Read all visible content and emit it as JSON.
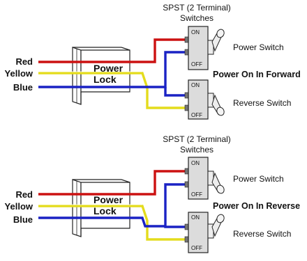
{
  "colors": {
    "red": "#cc1111",
    "yellow": "#e4dc1c",
    "blue": "#1a22c4",
    "switch_body": "#dcdcdc",
    "outline": "#222222"
  },
  "panels": [
    {
      "header": [
        "SPST (2 Terminal)",
        "Switches"
      ],
      "wires": [
        "Red",
        "Yellow",
        "Blue"
      ],
      "lock": [
        "Power",
        "Lock"
      ],
      "power_switch": {
        "on": "ON",
        "off": "OFF",
        "label": "Power Switch"
      },
      "reverse_switch": {
        "on": "ON",
        "off": "OFF",
        "label": "Reverse Switch"
      },
      "caption": "Power On In Forward"
    },
    {
      "header": [
        "SPST (2 Terminal)",
        "Switches"
      ],
      "wires": [
        "Red",
        "Yellow",
        "Blue"
      ],
      "lock": [
        "Power",
        "Lock"
      ],
      "power_switch": {
        "on": "ON",
        "off": "OFF",
        "label": "Power Switch"
      },
      "reverse_switch": {
        "on": "ON",
        "off": "OFF",
        "label": "Reverse Switch"
      },
      "caption": "Power On In Reverse"
    }
  ]
}
